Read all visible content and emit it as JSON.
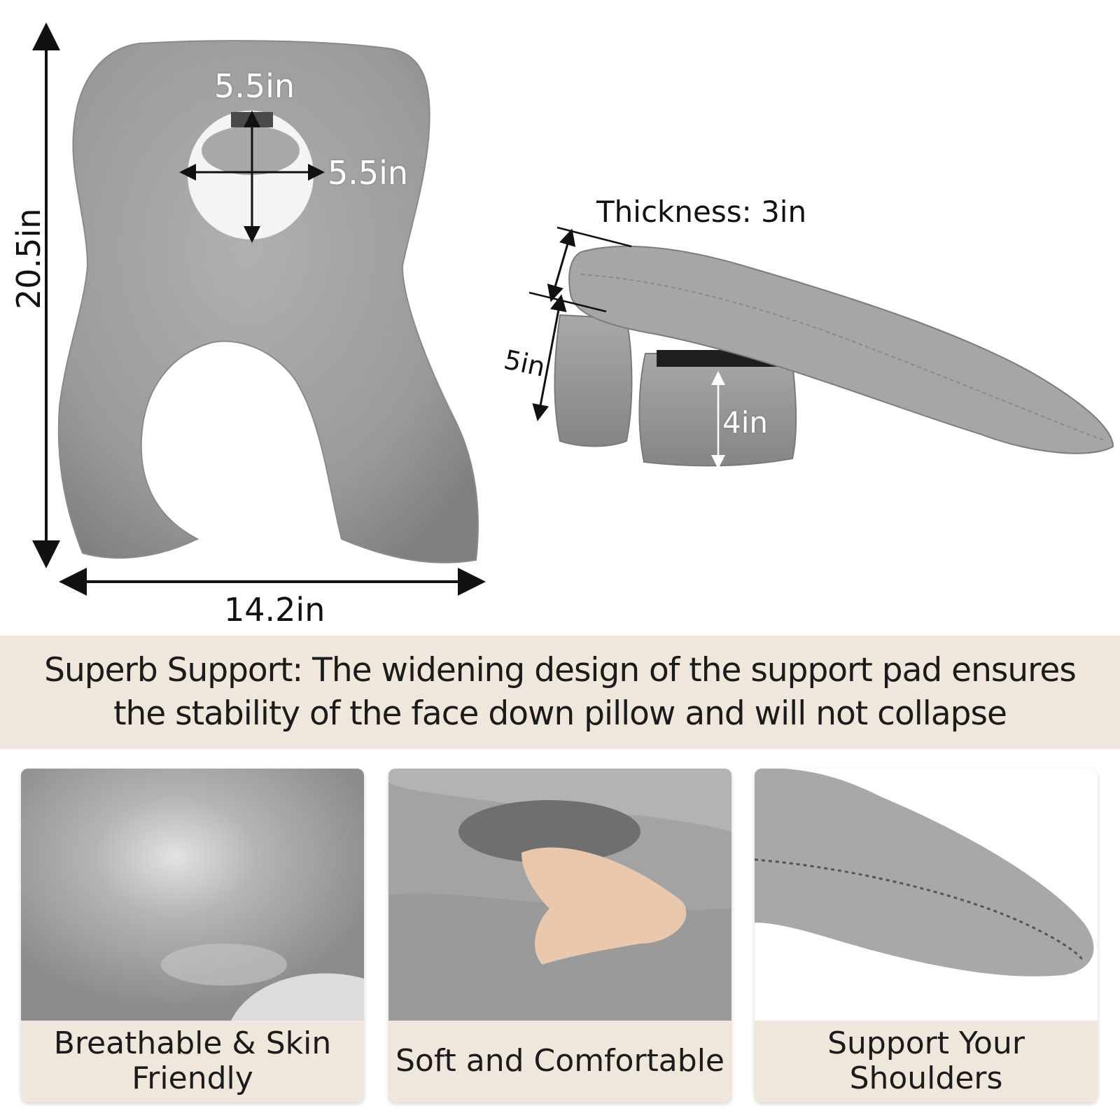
{
  "dimensions": {
    "hole_height": "5.5in",
    "hole_width": "5.5in",
    "total_height": "20.5in",
    "total_width": "14.2in",
    "thickness": "Thickness: 3in",
    "support_height": "5in",
    "pad_height": "4in"
  },
  "banner": {
    "text": "Superb Support: The widening design of the support pad ensures the stability of the face down pillow and will not collapse"
  },
  "features": [
    {
      "caption": "Breathable & Skin Friendly"
    },
    {
      "caption": "Soft and Comfortable"
    },
    {
      "caption": "Support Your Shoulders"
    }
  ],
  "colors": {
    "pillow_gray": "#9a9a9a",
    "banner_bg": "#efe6dc",
    "text": "#1b1b1b"
  }
}
